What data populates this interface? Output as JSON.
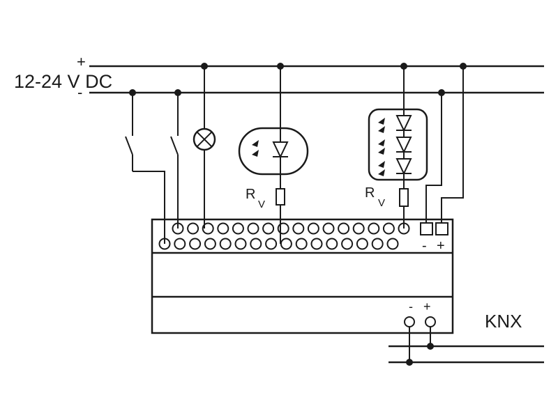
{
  "labels": {
    "supply_voltage": "12-24 V DC",
    "supply_plus": "+",
    "supply_minus": "-",
    "resistor_left_main": "R",
    "resistor_left_sub": "V",
    "resistor_right_main": "R",
    "resistor_right_sub": "V",
    "power_terminal_minus": "-",
    "power_terminal_plus": "+",
    "bus_terminal_minus": "-",
    "bus_terminal_plus": "+",
    "bus_name": "KNX"
  },
  "terminals": {
    "top_row_count": 16,
    "bottom_row_count": 16
  },
  "colors": {
    "ink": "#1a1a1a",
    "background": "#ffffff"
  },
  "icons": [
    "switch-icon",
    "lamp-icon",
    "led-icon",
    "resistor-icon",
    "terminal-block-icon"
  ]
}
